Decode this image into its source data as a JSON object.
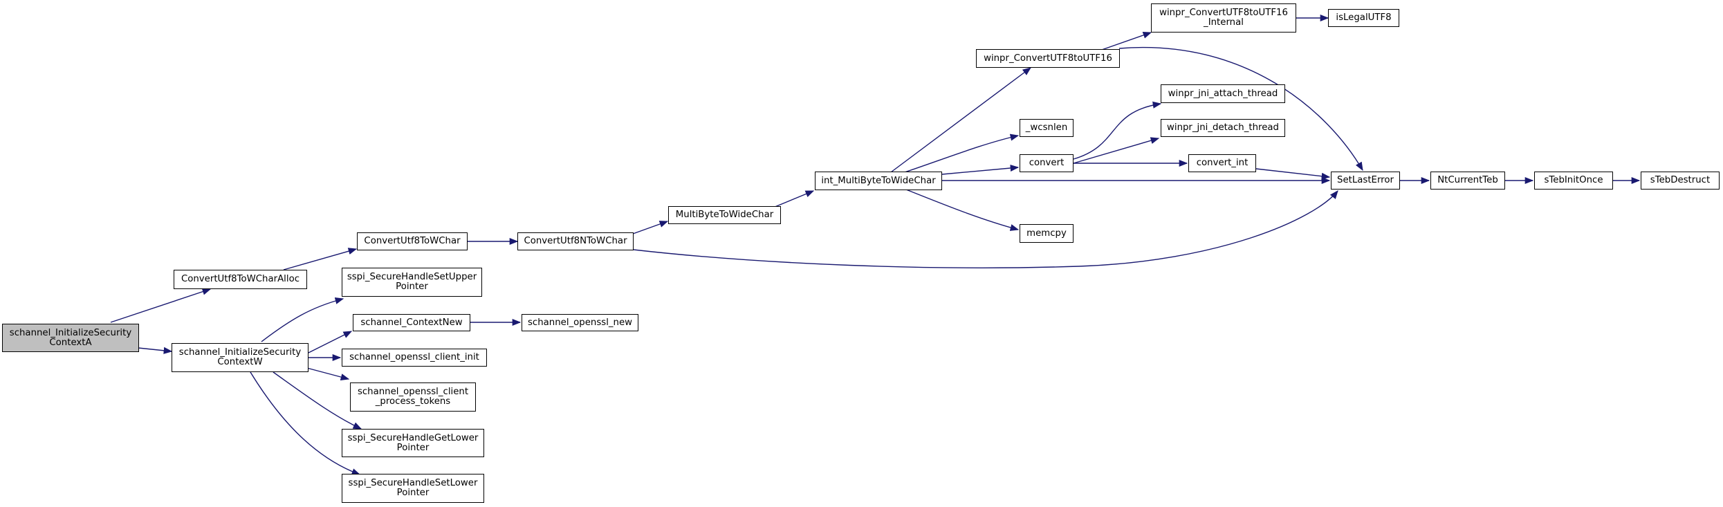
{
  "colors": {
    "edge": "#191970",
    "root_fill": "#bfbfbf",
    "node_fill": "#ffffff",
    "border": "#000000"
  },
  "nodes": {
    "n_sca": "schannel_InitializeSecurity\nContextA",
    "n_scw": "schannel_InitializeSecurity\nContextW",
    "n_u8a": "ConvertUtf8ToWCharAlloc",
    "n_u8c": "ConvertUtf8ToWChar",
    "n_u8n": "ConvertUtf8NToWChar",
    "n_mbw": "MultiByteToWideChar",
    "n_imbw": "int_MultiByteToWideChar",
    "n_wu16": "winpr_ConvertUTF8toUTF16",
    "n_wu16i": "winpr_ConvertUTF8toUTF16\n_Internal",
    "n_islegal": "isLegalUTF8",
    "n_attach": "winpr_jni_attach_thread",
    "n_detach": "winpr_jni_detach_thread",
    "n_wcsnlen": "_wcsnlen",
    "n_convert": "convert",
    "n_convint": "convert_int",
    "n_memcpy": "memcpy",
    "n_sle": "SetLastError",
    "n_ntteb": "NtCurrentTeb",
    "n_tebonce": "sTebInitOnce",
    "n_tebdes": "sTebDestruct",
    "n_shsu": "sspi_SecureHandleSetUpper\nPointer",
    "n_ctxnew": "schannel_ContextNew",
    "n_ossnew": "schannel_openssl_new",
    "n_cliinit": "schannel_openssl_client_init",
    "n_clitok": "schannel_openssl_client\n_process_tokens",
    "n_shgl": "sspi_SecureHandleGetLower\nPointer",
    "n_shsl": "sspi_SecureHandleSetLower\nPointer"
  }
}
